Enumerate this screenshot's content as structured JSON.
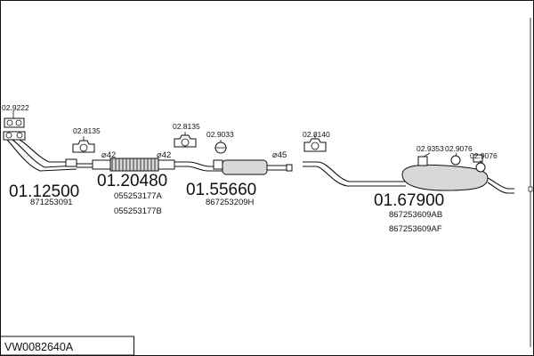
{
  "diagram": {
    "reference": "VW0082640A",
    "parts": [
      {
        "code": "02.9222"
      },
      {
        "code": "01.12500",
        "oem": [
          "871253091"
        ]
      },
      {
        "code": "02.8135"
      },
      {
        "code": "01.20480",
        "oem": [
          "055253177A",
          "055253177B"
        ]
      },
      {
        "code": "02.8135"
      },
      {
        "code": "02.9033"
      },
      {
        "code": "01.55660",
        "oem": [
          "867253209H"
        ]
      },
      {
        "code": "02.8140"
      },
      {
        "code": "01.67900",
        "oem": [
          "867253609AB",
          "867253609AF"
        ]
      },
      {
        "code": "02.9353"
      },
      {
        "code": "02.9076"
      },
      {
        "code": "02.9076"
      }
    ],
    "diameters": [
      "⌀42",
      "⌀42",
      "⌀45"
    ]
  }
}
